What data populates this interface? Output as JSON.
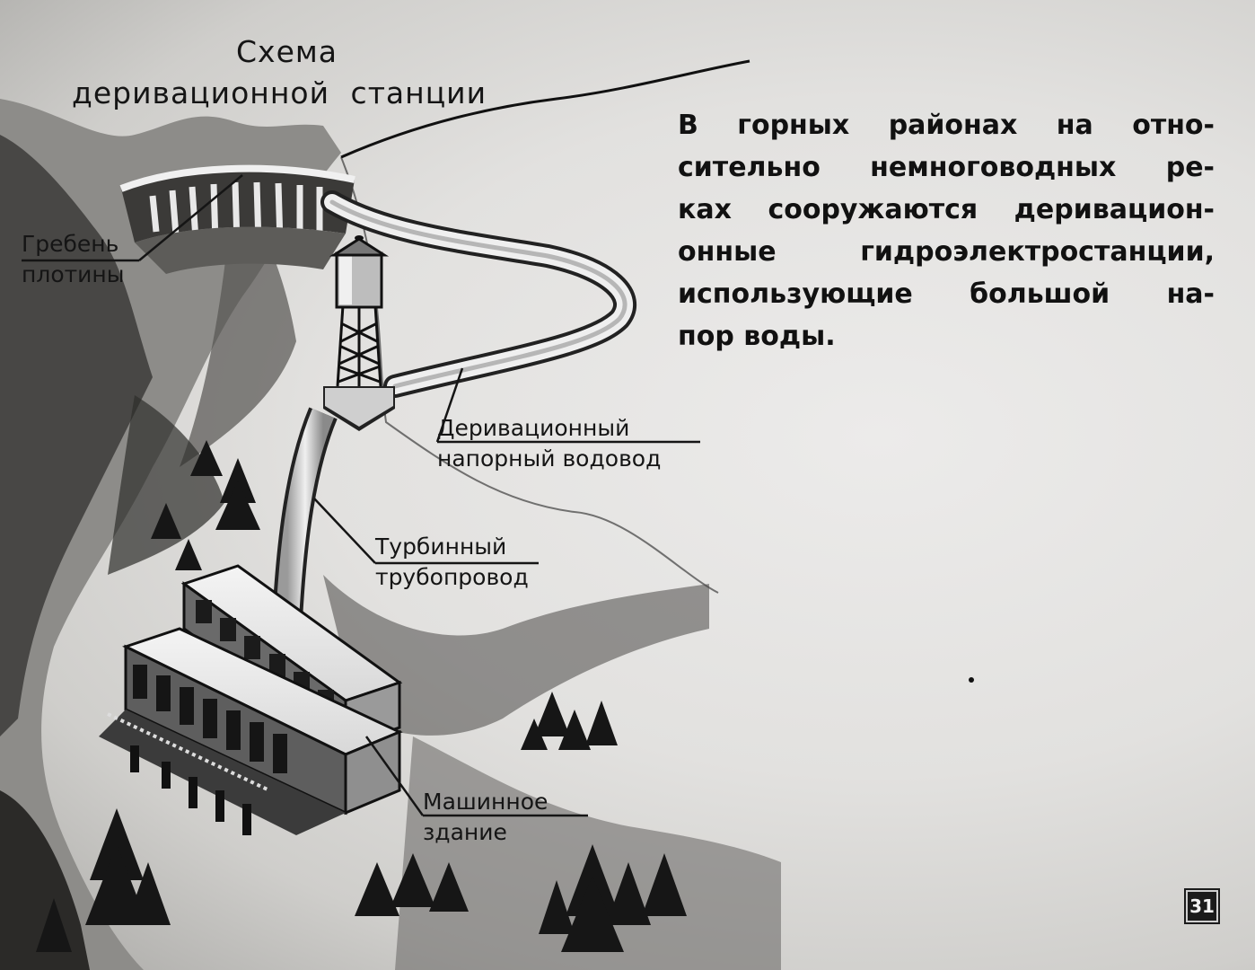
{
  "title": {
    "line1": "Схема",
    "line2": "деривационной станции"
  },
  "labels": {
    "crest": [
      "Гребень",
      "плотины"
    ],
    "derivation": [
      "Деривационный",
      "напорный водовод"
    ],
    "turbine": [
      "Турбинный",
      "трубопровод"
    ],
    "machine": [
      "Машинное",
      "здание"
    ]
  },
  "description": [
    "В горных районах на отно-",
    "сительно немноговодных ре-",
    "ках сооружаются деривацион-",
    "онные гидроэлектростанции,",
    "использующие большой на-",
    "пор воды."
  ],
  "frame_number": "31",
  "icons": [
    "dam-icon",
    "water-tower-icon",
    "pipeline-icon",
    "power-house-icon",
    "fir-tree-icon",
    "mountain-icon"
  ]
}
